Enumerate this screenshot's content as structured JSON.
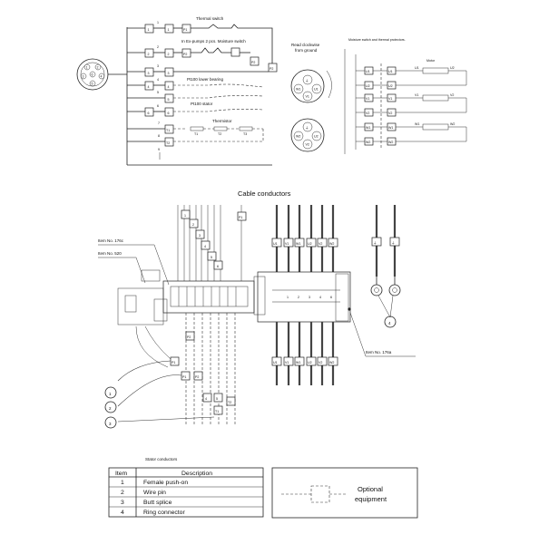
{
  "schematic": {
    "thermal_switch": "Thermal switch",
    "ex_pumps": "In Ex-pumps 2 pcs. Moisture switch",
    "pt100_lower": "Pt100 lower bearing",
    "pt100_stator": "Pt100 stator",
    "thermistor": "Thermistor",
    "read_clockwise": "Read clockwise\nfrom ground",
    "moisture_thermal": "Moisture switch and thermal protectors.",
    "motor": "Motor",
    "terminal_numbers": [
      "1",
      "2",
      "3",
      "4",
      "5",
      "6",
      "7",
      "8",
      "9"
    ],
    "terminal_ids": [
      "1",
      "1",
      "2",
      "2",
      "P1",
      "P2",
      "3",
      "4",
      "5",
      "6",
      "T1",
      "T2"
    ],
    "connector_pins": [
      "1",
      "2",
      "3",
      "4",
      "5",
      "6"
    ],
    "round_top": [
      "U1",
      "V1",
      "W1"
    ],
    "round_bottom": [
      "U2",
      "V2",
      "W2"
    ],
    "phase_labels": [
      "U1",
      "U2",
      "V1",
      "V2",
      "W1",
      "W2"
    ],
    "component_labels": [
      "T1",
      "T2",
      "T3"
    ]
  },
  "cable_section": {
    "title": "Cable conductors",
    "item_176c": "Item No. 176c",
    "item_520": "Item No. 520",
    "item_176a": "Item No. 176a",
    "callouts": [
      "1",
      "2",
      "3",
      "4"
    ],
    "terminal_tags": [
      "U1",
      "V1",
      "W1",
      "U2",
      "V2",
      "W2"
    ],
    "block_numbers": [
      "1",
      "2",
      "3",
      "4",
      "5",
      "6"
    ],
    "wire_tags": [
      "1",
      "2",
      "3",
      "4",
      "5",
      "6",
      "T1",
      "T2",
      "P1",
      "P2"
    ]
  },
  "stator_table": {
    "title": "Stator conductors",
    "headers": [
      "Item",
      "Description"
    ],
    "rows": [
      {
        "item": "1",
        "description": "Female push-on"
      },
      {
        "item": "2",
        "description": "Wire pin"
      },
      {
        "item": "3",
        "description": "Butt splice"
      },
      {
        "item": "4",
        "description": "Ring connector"
      }
    ]
  },
  "legend": {
    "optional": "Optional\nequipment"
  }
}
